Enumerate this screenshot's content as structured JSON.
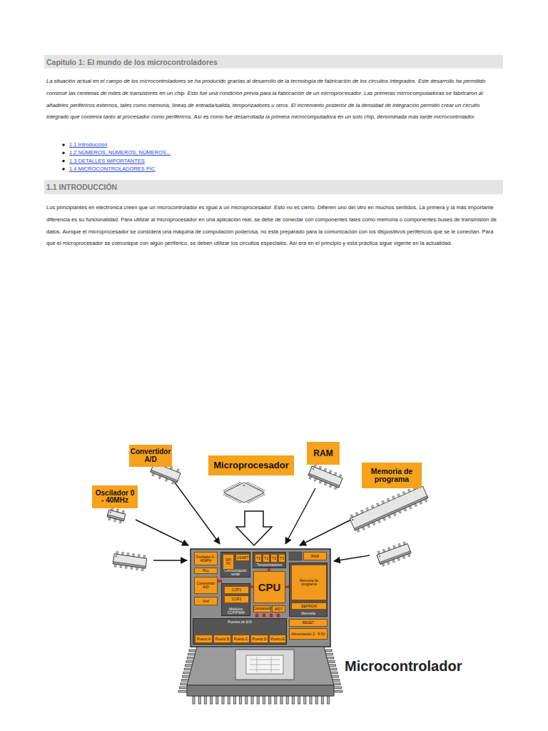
{
  "diagram": {
    "title": "Capitulo 1: El mundo de los microcontroladores",
    "nodes": [
      {
        "text": [
          "1.1 INTRODUCCIÓN"
        ]
      },
      {
        "text": [
          "Convertidor A/D"
        ]
      },
      {
        "text": [
          "Microprocesador"
        ]
      },
      {
        "text": [
          "RAM"
        ]
      },
      {
        "text": [
          "Memoria de programa"
        ]
      },
      {
        "text": [
          "Oscilador 0 - 40MHz"
        ]
      },
      {
        "text": [
          "Oscilador 0 - 40MHz"
        ]
      },
      {
        "text": [
          "PLL"
        ]
      },
      {
        "text": [
          "Comunicación serial"
        ]
      },
      {
        "text": [
          "SPI I²C"
        ],
        "in": 8
      },
      {
        "text": [
          "USART"
        ],
        "in": 8
      },
      {
        "text": [
          "Temporizadores"
        ]
      },
      {
        "text": [
          "T0"
        ],
        "in": 11
      },
      {
        "text": [
          "T1"
        ],
        "in": 11
      },
      {
        "text": [
          "T2"
        ],
        "in": 11
      },
      {
        "text": [
          "T3"
        ],
        "in": 11
      },
      {
        "text": [
          "RAM"
        ]
      },
      {
        "text": [
          "Memoria"
        ]
      },
      {
        "text": [
          "Memoria de programa"
        ],
        "in": 17
      },
      {
        "text": [
          "EEPROM"
        ],
        "in": 17
      },
      {
        "text": [
          "CPU"
        ]
      },
      {
        "text": [
          "Convertidor A/D"
        ]
      },
      {
        "text": [
          "Vref"
        ]
      },
      {
        "text": [
          "Módulos CCP/PWM"
        ]
      },
      {
        "text": [
          "CCP1"
        ],
        "in": 23
      },
      {
        "text": [
          "CCP2"
        ],
        "in": 23
      },
      {
        "text": [
          "Comparador"
        ]
      },
      {
        "text": [
          "WDT"
        ]
      },
      {
        "text": [
          "Puertos de E/S"
        ]
      },
      {
        "text": [
          "Puerto A"
        ],
        "in": 28
      },
      {
        "text": [
          "Puerto B"
        ],
        "in": 28
      },
      {
        "text": [
          "Puerto C"
        ],
        "in": 28
      },
      {
        "text": [
          "Puerto D"
        ],
        "in": 28
      },
      {
        "text": [
          "Puerto E"
        ],
        "in": 28
      },
      {
        "text": [
          "RESET"
        ]
      },
      {
        "text": [
          "Alimentación 2 - 5.5V"
        ]
      }
    ],
    "labels": [
      "La situación actual en el campo de los microcontroladores se ha producido gracias al desarrollo de la tecnología de fabricación de los circuitos integrados. Este desarrollo ha permitido construir las centenas de miles de transistores en un chip. Esto fue una condición previa para la fabricación de un microprocesador. Las primeras microcomputadoras se fabricaron al añadirles periféricos externos, tales como memoria, líneas de entrada/salida, temporizadores u otros. El incremento posterior de la densidad de integración permitió crear un circuito integrado que contenía tanto al procesador como periféricos. Así es como fue desarrollada la primera microcomputadora en un solo chip, denominada más tarde microcontrolador.",
      "1.1 Introducción",
      "1.2 NÚMEROS, NÚMEROS, NÚMEROS...",
      "1.3 DETALLES IMPORTANTES",
      "1.4 MICROCONTROLADORES PIC",
      "Los principiantes en electrónica creen que un microcontrolador es igual a un microprocesador. Esto no es cierto. Difieren uno del otro en muchos sentidos. La primera y la más importante diferencia es su funcionalidad. Para utilizar al microprocesador en una aplicación real, se debe de conectar con componentes tales como memoria o componentes buses de transmisión de datos. Aunque el microprocesador se considera una máquina de computación poderosa, no está preparado para la comunicación con los dispositivos periféricos que se le conectan. Para que el microprocesador se comunique con algún periférico, se deben utilizar los circuitos especiales. Así era en el principio y esta práctica sigue vigente en la actualidad.",
      "Microcontrolador"
    ]
  }
}
